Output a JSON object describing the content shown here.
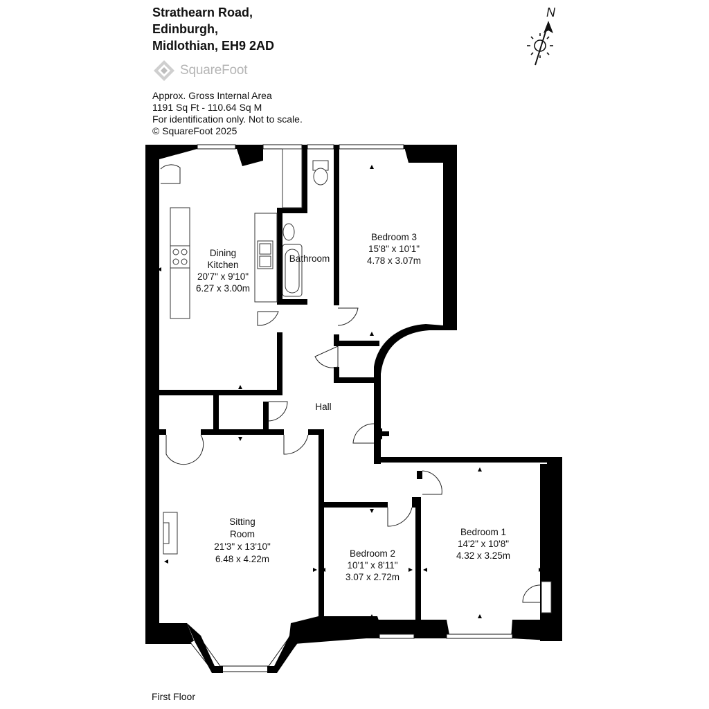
{
  "address": {
    "line1": "Strathearn Road,",
    "line2": "Edinburgh,",
    "line3": "Midlothian, EH9 2AD"
  },
  "brand": {
    "name": "SquareFoot",
    "logo_icon": "squarefoot-diamond-logo"
  },
  "area_info": {
    "line1": "Approx. Gross Internal Area",
    "line2": "1191 Sq Ft  -  110.64 Sq M",
    "line3": "For identification only. Not to scale.",
    "line4": "© SquareFoot 2025"
  },
  "compass": {
    "label": "N",
    "icon": "north-arrow-sun-icon"
  },
  "rooms": {
    "dining_kitchen": {
      "name1": "Dining",
      "name2": "Kitchen",
      "imperial": "20'7\" x 9'10\"",
      "metric": "6.27 x 3.00m"
    },
    "bathroom": {
      "name": "Bathroom"
    },
    "bedroom3": {
      "name": "Bedroom 3",
      "imperial": "15'8\" x 10'1\"",
      "metric": "4.78 x 3.07m"
    },
    "hall": {
      "name": "Hall"
    },
    "sitting_room": {
      "name1": "Sitting",
      "name2": "Room",
      "imperial": "21'3\" x 13'10\"",
      "metric": "6.48 x 4.22m"
    },
    "bedroom2": {
      "name": "Bedroom 2",
      "imperial": "10'1\" x 8'11\"",
      "metric": "3.07 x 2.72m"
    },
    "bedroom1": {
      "name": "Bedroom 1",
      "imperial": "14'2\" x 10'8\"",
      "metric": "4.32 x 3.25m"
    }
  },
  "floor_label": "First Floor"
}
